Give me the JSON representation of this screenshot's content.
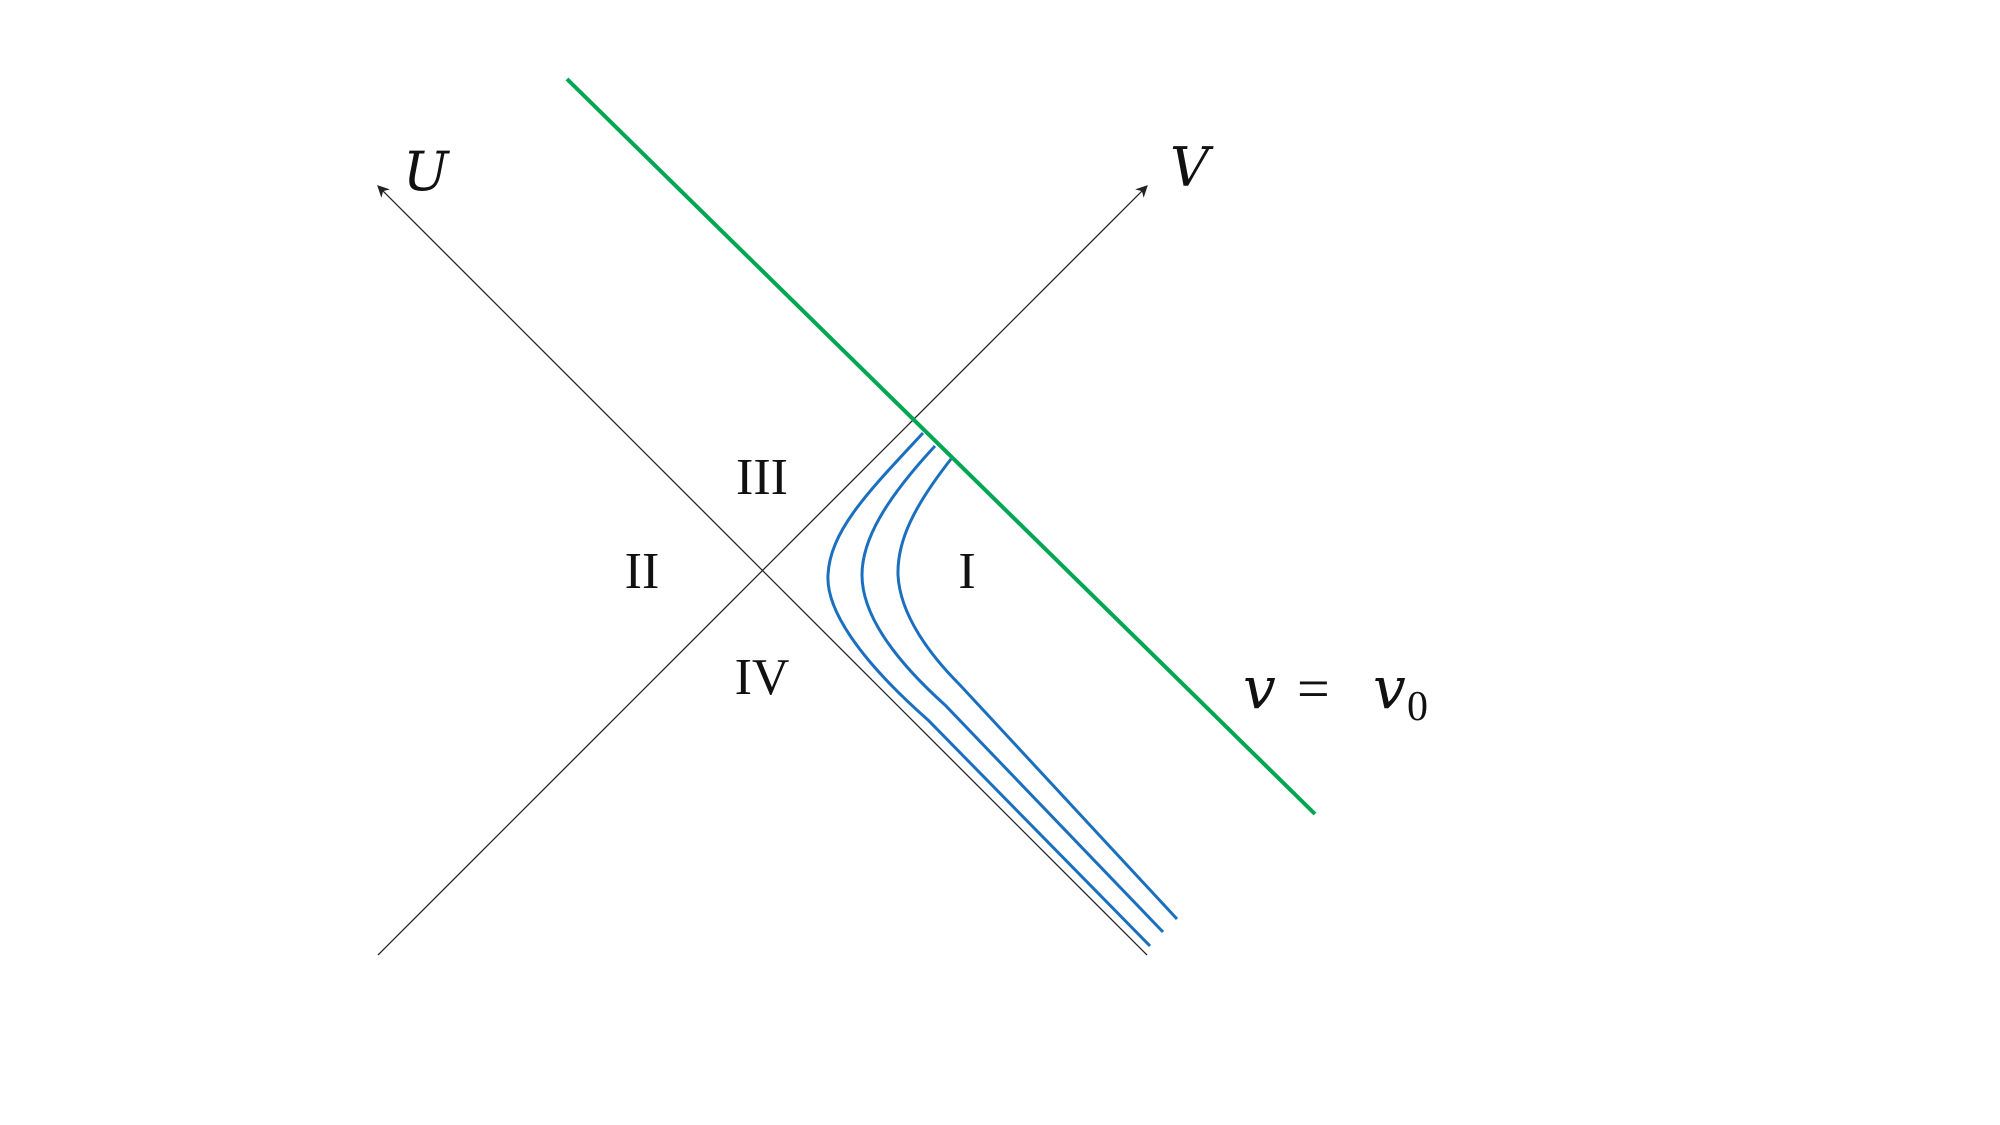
{
  "diagram": {
    "axes": {
      "u_label": "U",
      "v_label": "V"
    },
    "regions": {
      "i": "I",
      "ii": "II",
      "iii": "III",
      "iv": "IV"
    },
    "shell_label": {
      "v": "v",
      "equals": "=",
      "v0_base": "v",
      "v0_sub": "0"
    },
    "colors": {
      "axes": "#222222",
      "shell": "#00a651",
      "trajectories": "#1a6fbf"
    },
    "trajectory_count": 3
  }
}
